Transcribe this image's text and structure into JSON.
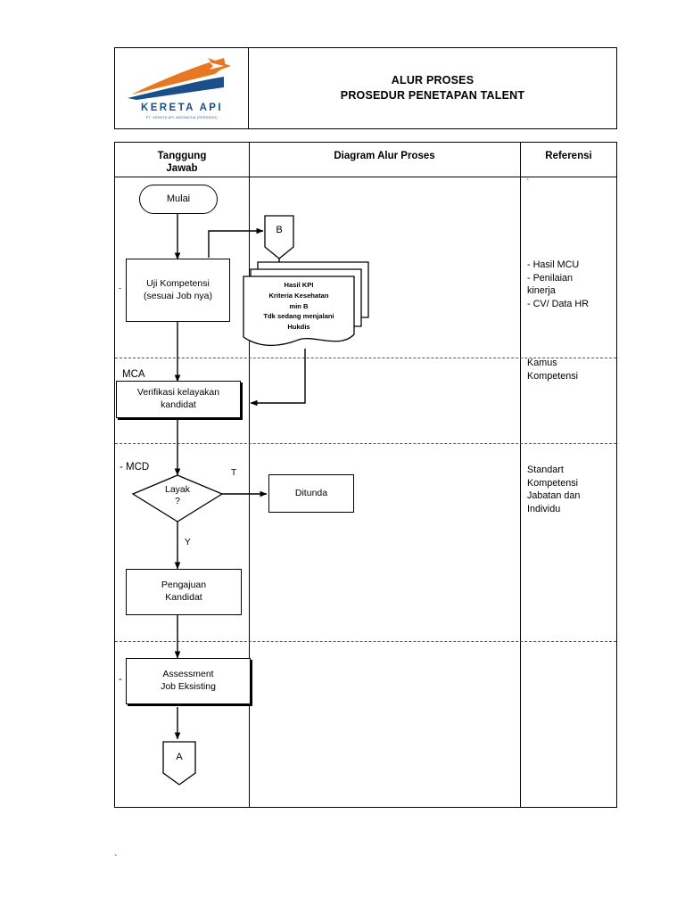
{
  "document": {
    "header": {
      "logo": {
        "name": "kereta-api-logo",
        "wordmark": "KERETA API",
        "subtext": "PT. KERETA API INDONESIA (PERSERO)",
        "orange": "#E87722",
        "blue": "#1B4F8A"
      },
      "title_line1": "ALUR PROSES",
      "title_line2": "PROSEDUR PENETAPAN TALENT"
    },
    "columns": [
      {
        "key": "tanggung_jawab",
        "label": "Tanggung\nJawab"
      },
      {
        "key": "diagram",
        "label": "Diagram Alur Proses"
      },
      {
        "key": "referensi",
        "label": "Referensi"
      }
    ],
    "column_headers": {
      "tanggung_jawab_l1": "Tanggung",
      "tanggung_jawab_l2": "Jawab",
      "diagram": "Diagram Alur Proses",
      "referensi": "Referensi"
    },
    "lanes": [
      {
        "id": "lane-1",
        "responsible": "",
        "reference": "- Hasil MCU\n- Penilaian\nkinerja\n- CV/ Data HR"
      },
      {
        "id": "lane-2",
        "responsible": "MCA",
        "reference": "Kamus\nKompetensi"
      },
      {
        "id": "lane-3",
        "responsible": "- MCD",
        "reference": "Standart\nKompetensi\nJabatan dan\nIndividu"
      },
      {
        "id": "lane-4",
        "responsible": "-",
        "reference": ""
      }
    ],
    "flow_nodes": [
      {
        "id": "start",
        "type": "terminal",
        "label": "Mulai"
      },
      {
        "id": "uji",
        "type": "process",
        "label": "Uji Kompetensi\n(sesuai Job nya)",
        "line1": "Uji Kompetensi",
        "line2": "(sesuai Job nya)"
      },
      {
        "id": "conn-b",
        "type": "connector",
        "label": "B"
      },
      {
        "id": "docs",
        "type": "multidocument",
        "lines": [
          "Hasil KPI",
          "Kriteria Kesehatan",
          "min B",
          "Tdk sedang menjalani",
          "Hukdis"
        ]
      },
      {
        "id": "verifikasi",
        "type": "process",
        "label": "Verifikasi kelayakan\nkandidat",
        "line1": "Verifikasi kelayakan",
        "line2": "kandidat"
      },
      {
        "id": "layak",
        "type": "decision",
        "label": "Layak\n?",
        "line1": "Layak",
        "line2": "?"
      },
      {
        "id": "ditunda",
        "type": "process",
        "label": "Ditunda"
      },
      {
        "id": "pengajuan",
        "type": "process",
        "label": "Pengajuan\nKandidat",
        "line1": "Pengajuan",
        "line2": "Kandidat"
      },
      {
        "id": "assessment",
        "type": "process",
        "label": "Assessment\nJob Eksisting",
        "line1": "Assessment",
        "line2": "Job Eksisting"
      },
      {
        "id": "conn-a",
        "type": "connector",
        "label": "A"
      }
    ],
    "edge_labels": {
      "decision_no": "T",
      "decision_yes": "Y"
    },
    "stray_marks": {
      "ref_top_tick": "`",
      "page_bottom_tick": "`"
    }
  }
}
